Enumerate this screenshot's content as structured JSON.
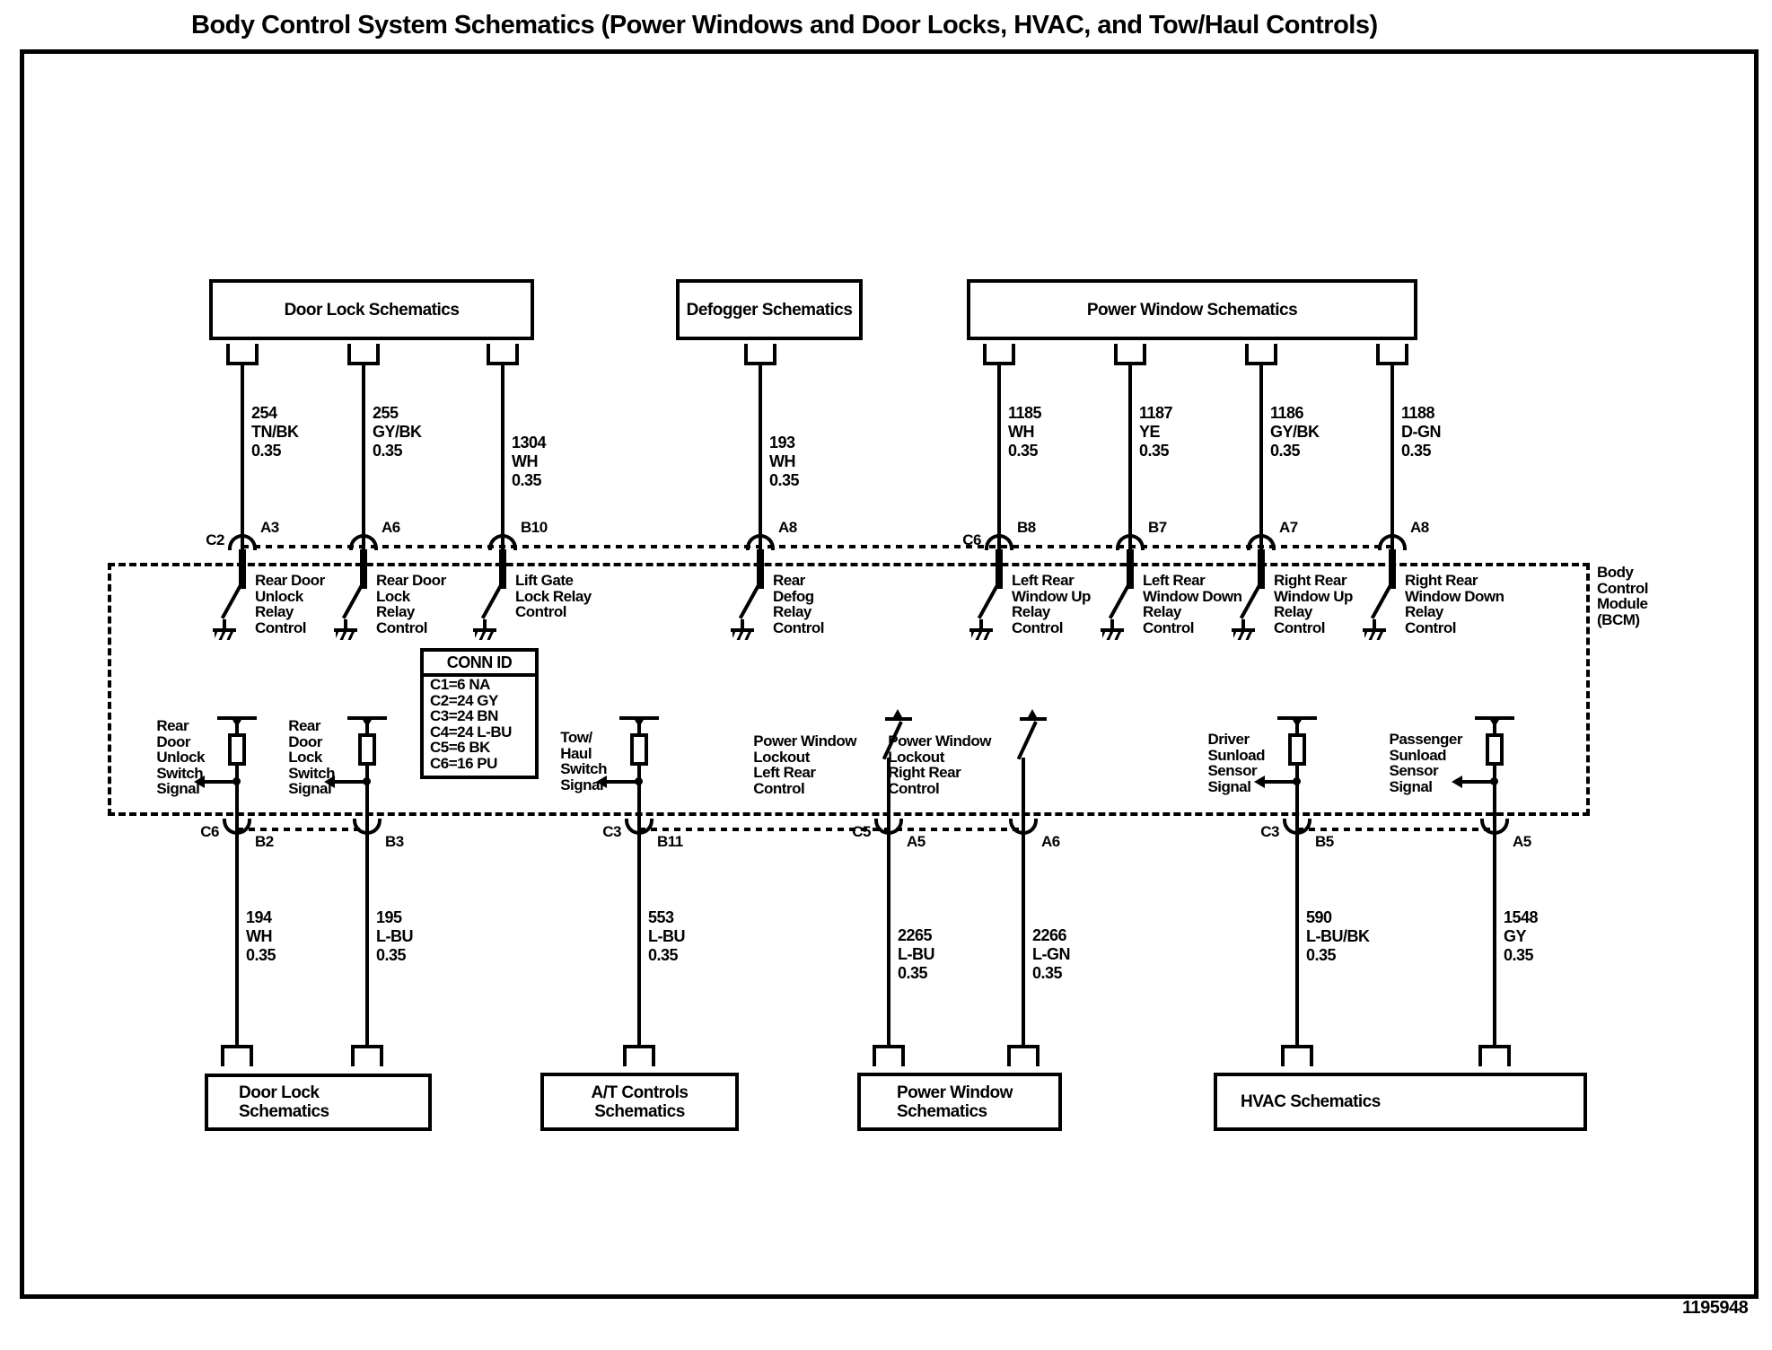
{
  "title": "Body Control System Schematics (Power Windows and Door Locks, HVAC, and Tow/Haul Controls)",
  "part_number": "1195948",
  "bcm": {
    "label": "Body\nControl\nModule\n(BCM)"
  },
  "conn_id": {
    "header": "CONN ID",
    "rows": [
      "C1=6 NA",
      "C2=24 GY",
      "C3=24 BN",
      "C4=24 L-BU",
      "C5=6 BK",
      "C6=16 PU"
    ]
  },
  "top_boxes": [
    {
      "label": "Door Lock Schematics"
    },
    {
      "label": "Defogger Schematics"
    },
    {
      "label": "Power Window Schematics"
    }
  ],
  "bottom_boxes": [
    {
      "label": "Door Lock\nSchematics"
    },
    {
      "label": "A/T Controls Schematics"
    },
    {
      "label": "Power Window\nSchematics"
    },
    {
      "label": "HVAC Schematics"
    }
  ],
  "top_wires": [
    {
      "circuit": "254",
      "color": "TN/BK",
      "size": "0.35",
      "connector": "C2",
      "pin": "A3",
      "bcm_function": "Rear Door\nUnlock\nRelay\nControl"
    },
    {
      "circuit": "255",
      "color": "GY/BK",
      "size": "0.35",
      "pin": "A6",
      "bcm_function": "Rear Door\nLock\nRelay\nControl"
    },
    {
      "circuit": "1304",
      "color": "WH",
      "size": "0.35",
      "pin": "B10",
      "bcm_function": "Lift Gate\nLock Relay\nControl"
    },
    {
      "circuit": "193",
      "color": "WH",
      "size": "0.35",
      "pin": "A8",
      "bcm_function": "Rear\nDefog\nRelay\nControl"
    },
    {
      "circuit": "1185",
      "color": "WH",
      "size": "0.35",
      "connector": "C6",
      "pin": "B8",
      "bcm_function": "Left Rear\nWindow Up\nRelay\nControl"
    },
    {
      "circuit": "1187",
      "color": "YE",
      "size": "0.35",
      "pin": "B7",
      "bcm_function": "Left Rear\nWindow Down\nRelay\nControl"
    },
    {
      "circuit": "1186",
      "color": "GY/BK",
      "size": "0.35",
      "pin": "A7",
      "bcm_function": "Right Rear\nWindow Up\nRelay\nControl"
    },
    {
      "circuit": "1188",
      "color": "D-GN",
      "size": "0.35",
      "pin": "A8",
      "bcm_function": "Right Rear\nWindow Down\nRelay\nControl"
    }
  ],
  "bottom_wires": [
    {
      "bcm_function": "Rear\nDoor\nUnlock\nSwitch\nSignal",
      "connector": "C6",
      "pin": "B2",
      "circuit": "194",
      "color": "WH",
      "size": "0.35"
    },
    {
      "bcm_function": "Rear\nDoor\nLock\nSwitch\nSignal",
      "pin": "B3",
      "circuit": "195",
      "color": "L-BU",
      "size": "0.35"
    },
    {
      "bcm_function": "Tow/\nHaul\nSwitch\nSignal",
      "connector": "C3",
      "pin": "B11",
      "circuit": "553",
      "color": "L-BU",
      "size": "0.35"
    },
    {
      "bcm_function": "Power Window\nLockout\nLeft Rear\nControl",
      "connector": "C5",
      "pin": "A5",
      "circuit": "2265",
      "color": "L-BU",
      "size": "0.35"
    },
    {
      "bcm_function": "Power Window\nLockout\nRight Rear\nControl",
      "pin": "A6",
      "circuit": "2266",
      "color": "L-GN",
      "size": "0.35"
    },
    {
      "bcm_function": "Driver\nSunload\nSensor\nSignal",
      "connector": "C3",
      "pin": "B5",
      "circuit": "590",
      "color": "L-BU/BK",
      "size": "0.35"
    },
    {
      "bcm_function": "Passenger\nSunload\nSensor\nSignal",
      "pin": "A5",
      "circuit": "1548",
      "color": "GY",
      "size": "0.35"
    }
  ]
}
